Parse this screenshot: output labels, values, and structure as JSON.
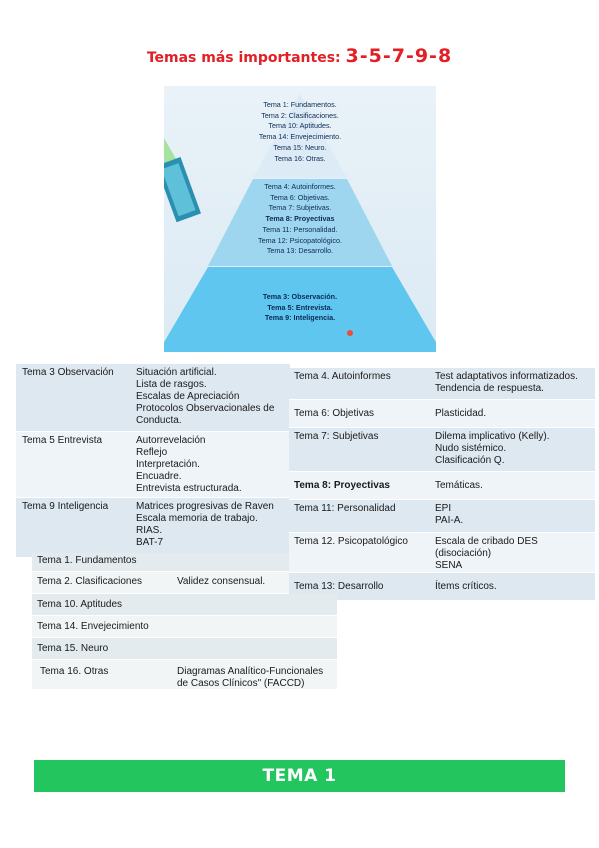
{
  "header": {
    "prefix": "Temas más importantes: ",
    "numbers": "3-5-7-9-8"
  },
  "pyramid": {
    "top": [
      "Tema 1: Fundamentos.",
      "Tema 2: Clasificaciones.",
      "Tema 10: Aptitudes.",
      "Tema 14: Envejecimiento.",
      "Tema 15: Neuro.",
      "Tema 16: Otras."
    ],
    "middle": [
      "Tema 4: Autoinformes.",
      "Tema 6: Objetivas.",
      "Tema 7: Subjetivas.",
      "Tema 8: Proyectivas",
      "Tema 11: Personalidad.",
      "Tema 12: Psicopatológico.",
      "Tema 13: Desarrollo."
    ],
    "bottom": [
      "Tema 3: Observación.",
      "Tema 5: Entrevista.",
      "Tema 9: Inteligencia."
    ]
  },
  "left_table": [
    {
      "tema": "Tema 3 Observación",
      "detail": [
        "Situación artificial.",
        "Lista de rasgos.",
        "Escalas de Apreciación",
        "Protocolos Observacionales de",
        "Conducta."
      ]
    },
    {
      "tema": "Tema 5 Entrevista",
      "detail": [
        "Autorrevelación",
        "Reflejo",
        "Interpretación.",
        "Encuadre.",
        "Entrevista estructurada."
      ]
    },
    {
      "tema": "Tema 9 Inteligencia",
      "detail": [
        "Matrices progresivas de Raven",
        "Escala memoria de trabajo.",
        "RIAS.",
        "BAT-7"
      ]
    }
  ],
  "right_table": [
    {
      "tema": "Tema 4. Autoinformes",
      "detail": [
        "Test adaptativos informatizados.",
        "Tendencia de respuesta."
      ]
    },
    {
      "tema": "Tema 6: Objetivas",
      "detail": [
        "Plasticidad."
      ]
    },
    {
      "tema": "Tema 7: Subjetivas",
      "detail": [
        "Dilema implicativo (Kelly).",
        "Nudo sistémico.",
        "Clasificación Q."
      ]
    },
    {
      "tema": "Tema 8: Proyectivas",
      "detail": [
        "Temáticas."
      ]
    },
    {
      "tema": "Tema 11: Personalidad",
      "detail": [
        "EPI",
        "PAI-A."
      ]
    },
    {
      "tema": "Tema 12. Psicopatológico",
      "detail": [
        "Escala de cribado DES",
        "(disociación)",
        "SENA"
      ]
    },
    {
      "tema": "Tema 13: Desarrollo",
      "detail": [
        "Ítems críticos."
      ]
    }
  ],
  "bottom_table": [
    {
      "tema": "Tema 1. Fundamentos",
      "detail": []
    },
    {
      "tema": "Tema 2. Clasificaciones",
      "detail": [
        "Validez consensual."
      ]
    },
    {
      "tema": "Tema 10. Aptitudes",
      "detail": []
    },
    {
      "tema": "Tema 14. Envejecimiento",
      "detail": []
    },
    {
      "tema": "Tema 15. Neuro",
      "detail": []
    },
    {
      "tema": "Tema 16. Otras",
      "detail": [
        "Diagramas Analítico-Funcionales",
        "de Casos Clínicos\" (FACCD)"
      ]
    }
  ],
  "section_title": "TEMA 1",
  "colors": {
    "title": "#e31e24",
    "bar": "#22c55e",
    "table_blue": "#dde8f1",
    "table_grey": "#e4ebee"
  }
}
